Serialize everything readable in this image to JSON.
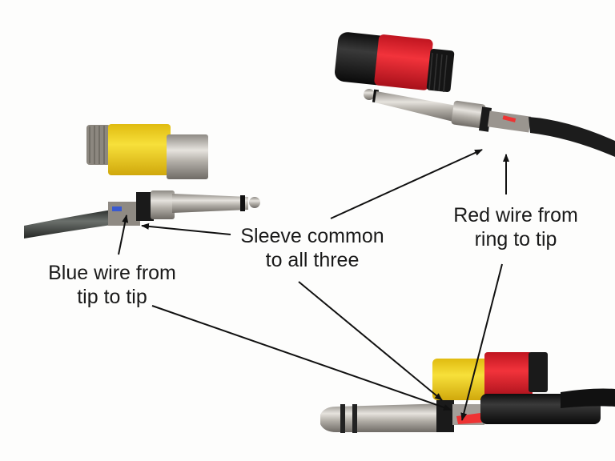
{
  "annotations": {
    "sleeve": {
      "line1": "Sleeve common",
      "line2": "to all three"
    },
    "blue_wire": {
      "line1": "Blue wire from",
      "line2": "tip to tip"
    },
    "red_wire": {
      "line1": "Red wire from",
      "line2": "ring to tip"
    }
  },
  "colors": {
    "background": "#fdfdfc",
    "red_sleeve": "#e8212b",
    "yellow_sleeve": "#f2d21c",
    "black_body": "#1c1c1c",
    "metal": "#b8b4ae",
    "cable": "#3a3d3b",
    "arrow": "#111111"
  }
}
